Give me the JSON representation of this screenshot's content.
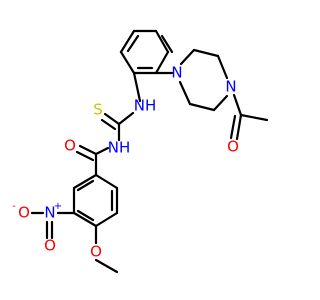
{
  "colors": {
    "bond": "#000000",
    "nitrogen": "#0000ff",
    "oxygen": "#ff0000",
    "sulfur": "#c8c800"
  },
  "labels": {
    "thioamide_s": "S",
    "thioamide_nh_upper": "NH",
    "thioamide_nh_lower": "NH",
    "amide_o": "O",
    "piperazine_n_top": "N",
    "piperazine_n_bottom": "N",
    "acetyl_o": "O",
    "nitro_n": "N",
    "nitro_n_charge": "+",
    "nitro_o_left": "O",
    "nitro_o_left_charge": "-",
    "nitro_o_down": "O",
    "methoxy_o": "O"
  }
}
